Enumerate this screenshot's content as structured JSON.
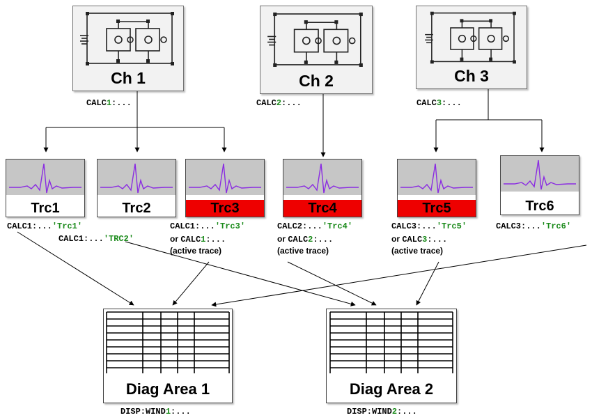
{
  "channels": [
    {
      "label": "Ch 1",
      "code_prefix": "CALC",
      "code_num": "1",
      "code_suffix": ":..."
    },
    {
      "label": "Ch 2",
      "code_prefix": "CALC",
      "code_num": "2",
      "code_suffix": ":..."
    },
    {
      "label": "Ch 3",
      "code_prefix": "CALC",
      "code_num": "3",
      "code_suffix": ":..."
    }
  ],
  "traces": [
    {
      "label": "Trc1",
      "active": false
    },
    {
      "label": "Trc2",
      "active": false
    },
    {
      "label": "Trc3",
      "active": true
    },
    {
      "label": "Trc4",
      "active": true
    },
    {
      "label": "Trc5",
      "active": true
    },
    {
      "label": "Trc6",
      "active": false
    }
  ],
  "trace_codes": {
    "trc1": {
      "a": "CALC1:...",
      "g": "'Trc1'"
    },
    "trc2": {
      "a": "CALC1:...",
      "g": "'TRC2'"
    },
    "trc3": {
      "a": "CALC1:...",
      "g": "'Trc3'",
      "or_pre": "or ",
      "or_a": "CALC",
      "or_num": "1",
      "or_b": ":...",
      "note": "(active trace)"
    },
    "trc4": {
      "a": "CALC2:...",
      "g": "'Trc4'",
      "or_pre": "or ",
      "or_a": "CALC",
      "or_num": "2",
      "or_b": ":...",
      "note": "(active trace)"
    },
    "trc5": {
      "a": "CALC3:...",
      "g": "'Trc5'",
      "or_pre": "or ",
      "or_a": "CALC",
      "or_num": "3",
      "or_b": ":...",
      "note": "(active trace)"
    },
    "trc6": {
      "a": "CALC3:...",
      "g": "'Trc6'"
    }
  },
  "diag_areas": [
    {
      "label": "Diag Area 1",
      "code_prefix": "DISP:WIND",
      "code_num": "1",
      "code_suffix": ":..."
    },
    {
      "label": "Diag Area 2",
      "code_prefix": "DISP:WIND",
      "code_num": "2",
      "code_suffix": ":..."
    }
  ],
  "colors": {
    "accent_green": "#1a8a1a",
    "active_trace": "#ee0000",
    "trace_line": "#8a2be2"
  }
}
